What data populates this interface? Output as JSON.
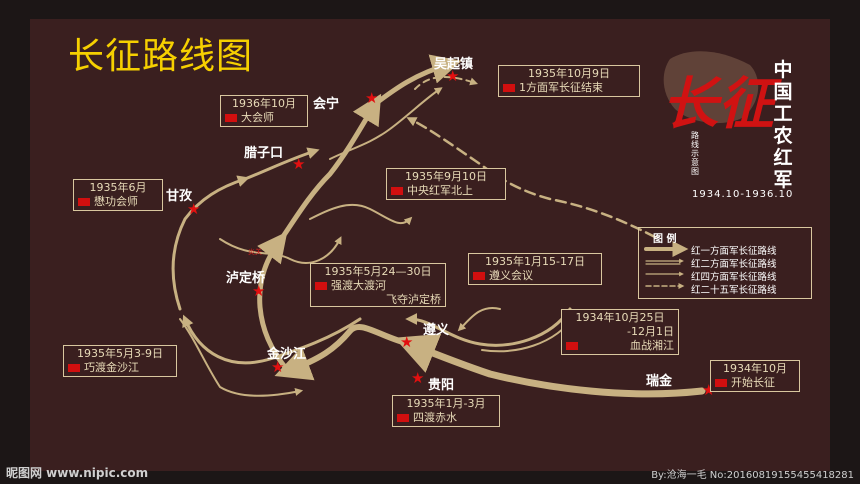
{
  "title": "长征路线图",
  "brand": {
    "calligraphy": "长征",
    "vertical_title": [
      "中",
      "国",
      "工",
      "农",
      "红",
      "军"
    ],
    "subtitle_vertical": [
      "路",
      "线",
      "示",
      "意",
      "图"
    ],
    "years": "1934.10-1936.10"
  },
  "places": {
    "wuqizhen": "吴起镇",
    "huining": "会宁",
    "lazikou": "腊子口",
    "ganzi": "甘孜",
    "ludingqiao": "泸定桥",
    "jinshajiang": "金沙江",
    "zunyi": "遵义",
    "guiyang": "贵阳",
    "ruijin": "瑞金",
    "small_label": "炎关"
  },
  "events": [
    {
      "date": "1935年10月9日",
      "event": "1方面军长征结束"
    },
    {
      "date": "1936年10月",
      "event": "大会师"
    },
    {
      "date": "1935年9月10日",
      "event": "中央红军北上"
    },
    {
      "date": "1935年6月",
      "event": "懋功会师"
    },
    {
      "date": "1935年5月24—30日",
      "event": "强渡大渡河",
      "event2": "飞夺泸定桥"
    },
    {
      "date": "1935年1月15-17日",
      "event": "遵义会议"
    },
    {
      "date": "1934年10月25日",
      "event": "-12月1日",
      "event2": "血战湘江"
    },
    {
      "date": "1935年5月3-9日",
      "event": "巧渡金沙江"
    },
    {
      "date": "1934年10月",
      "event": "开始长征"
    },
    {
      "date": "1935年1月-3月",
      "event": "四渡赤水"
    }
  ],
  "legend": {
    "title": "图  例",
    "items": [
      {
        "label": "红一方面军长征路线",
        "style": "solid-filled"
      },
      {
        "label": "红二方面军长征路线",
        "style": "double"
      },
      {
        "label": "红四方面军长征路线",
        "style": "thin"
      },
      {
        "label": "红二十五军长征路线",
        "style": "dashed"
      }
    ]
  },
  "watermark": {
    "left": "昵图网 www.nipic.com",
    "right": "By:沧海一毛 No:20160819155455418281"
  },
  "colors": {
    "background": "#3a1f1f",
    "route": "#c8b182",
    "star": "#e21010",
    "title": "#f6d000"
  }
}
